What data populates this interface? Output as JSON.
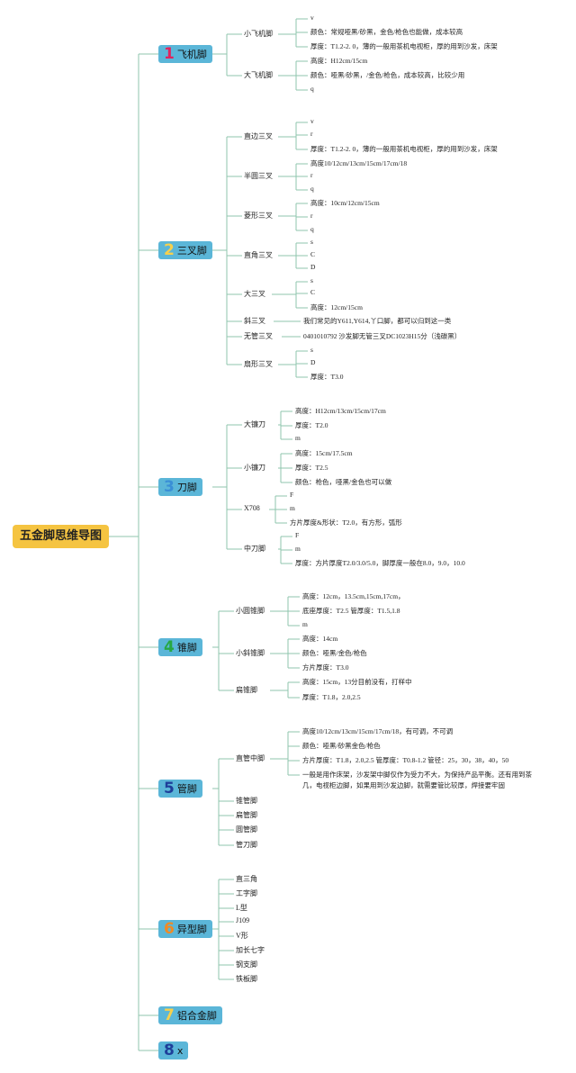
{
  "root": {
    "label": "五金脚思维导图"
  },
  "categories": [
    {
      "number": "1",
      "number_color": "#e0245e",
      "label": "飞机脚"
    },
    {
      "number": "2",
      "number_color": "#f6d04d",
      "label": "三叉脚"
    },
    {
      "number": "3",
      "number_color": "#3a8fd6",
      "label": "刀脚"
    },
    {
      "number": "4",
      "number_color": "#27a844",
      "label": "锥脚"
    },
    {
      "number": "5",
      "number_color": "#1e3f9a",
      "label": "管脚"
    },
    {
      "number": "6",
      "number_color": "#f08a24",
      "label": "异型脚"
    },
    {
      "number": "7",
      "number_color": "#f6d04d",
      "label": "铝合金脚"
    },
    {
      "number": "8",
      "number_color": "#1e3f9a",
      "label": "x"
    }
  ],
  "branches": [
    {
      "label": "小飞机脚",
      "children": [
        "v",
        "颜色：常规哑黑/砂黑，金色/枪色也能做，成本较高",
        "厚度：T1.2-2. 0，薄的一般用茶机电视柜，厚的用到沙发，床架"
      ]
    },
    {
      "label": "大飞机脚",
      "children": [
        "高度：H12cm/15cm",
        "颜色：哑黑/砂黑，/金色/枪色，成本较高，比较少用",
        "q"
      ]
    },
    {
      "label": "直边三叉",
      "children": [
        "v",
        "r",
        "厚度：T1.2-2. 0，薄的一般用茶机电视柜，厚的用到沙发，床架"
      ]
    },
    {
      "label": "半圆三叉",
      "children": [
        "高度10/12cm/13cm/15cm/17cm/18",
        "r",
        "q"
      ]
    },
    {
      "label": "菱形三叉",
      "children": [
        "高度：10cm/12cm/15cm",
        "r",
        "q"
      ]
    },
    {
      "label": "直角三叉",
      "children": [
        "s",
        "C",
        "D"
      ]
    },
    {
      "label": "大三叉",
      "children": [
        "s",
        "C",
        "高度：12cm/15cm"
      ]
    },
    {
      "label": "斜三叉",
      "children": [
        "我们常见的Y611,Y614,丫口脚，都可以归到这一类"
      ]
    },
    {
      "label": "无管三叉",
      "children": [
        "0401010792 沙发脚无管三叉DC1023H15分（浅碳黑）"
      ]
    },
    {
      "label": "扇形三叉",
      "children": [
        "s",
        "D",
        "厚度：T3.0"
      ]
    },
    {
      "label": "大镰刀",
      "children": [
        "高度：H12cm/13cm/15cm/17cm",
        "厚度：T2.0",
        "m"
      ]
    },
    {
      "label": "小镰刀",
      "children": [
        "高度：15cm/17.5cm",
        "厚度：T2.5",
        "颜色：枪色，哑黑/金色也可以做"
      ]
    },
    {
      "label": "X708",
      "children": [
        "F",
        "m",
        "方片厚度&形状：T2.0，有方形，弧形"
      ]
    },
    {
      "label": "中刀脚",
      "children": [
        "F",
        "m",
        "厚度：方片厚度T2.0/3.0/5.0，脚厚度一般在8.0，9.0，10.0"
      ]
    },
    {
      "label": "小圆锥脚",
      "children": [
        "高度：12cm，13.5cm,15cm,17cm，",
        "底座厚度：T2.5 管厚度：T1.5,1.8",
        "m"
      ]
    },
    {
      "label": "小斜锥脚",
      "children": [
        "高度：14cm",
        "颜色：哑黑/金色/枪色",
        "方片厚度：T3.0"
      ]
    },
    {
      "label": "扁锥脚",
      "children": [
        "高度：15cm，13分目前没有，打样中",
        "厚度：T1.8，2.0,2.5"
      ]
    },
    {
      "label": "直管中脚",
      "children": [
        "高度10/12cm/13cm/15cm/17cm/18，有可调，不可调",
        "颜色：哑黑/砂黑金色/枪色",
        "方片厚度：T1.8，2.0,2.5 管厚度：T0.8-1.2 管径：25，30，38，40，50",
        "一般是用作床架，沙发架中脚仅作为受力不大，为保持产品平衡。还有用到茶",
        "几，电视柜边脚，如果用到沙发边脚，就需要管比较厚，焊接要牢固"
      ]
    },
    {
      "label": "锥管脚",
      "children": []
    },
    {
      "label": "扁管脚",
      "children": []
    },
    {
      "label": "圆管脚",
      "children": []
    },
    {
      "label": "管刀脚",
      "children": []
    },
    {
      "label": "直三角",
      "children": []
    },
    {
      "label": "工字脚",
      "children": []
    },
    {
      "label": "L型",
      "children": []
    },
    {
      "label": "J109",
      "children": []
    },
    {
      "label": "V形",
      "children": []
    },
    {
      "label": "加长七字",
      "children": []
    },
    {
      "label": "钢支脚",
      "children": []
    },
    {
      "label": "铁板脚",
      "children": []
    }
  ]
}
